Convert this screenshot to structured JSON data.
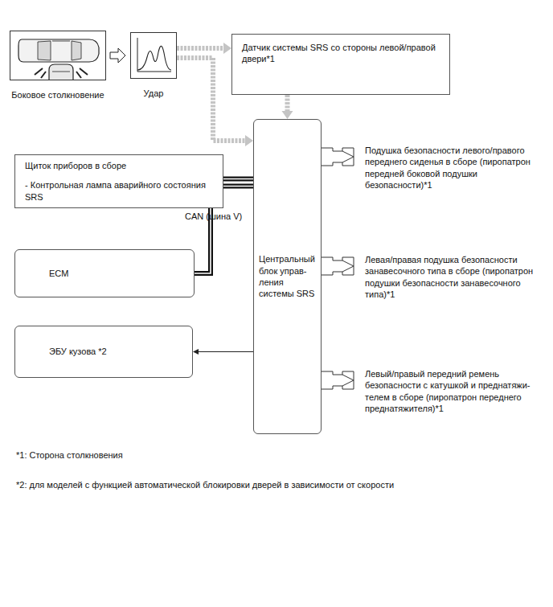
{
  "diagram": {
    "nodes": [
      {
        "text": [
          "Боковое столкновение"
        ]
      },
      {
        "text": [
          "Удар"
        ]
      },
      {
        "text": [
          "Датчик системы SRS со стороны левой/правой двери*1"
        ]
      },
      {
        "text": [
          "Щиток приборов в сборе",
          "- Контрольная лампа аварийного состояния SRS"
        ]
      },
      {
        "text": [
          "ECM"
        ]
      },
      {
        "text": [
          "ЭБУ кузова *2"
        ]
      },
      {
        "text": [
          "Центральный блок управ- ления системы SRS"
        ]
      },
      {
        "text": [
          "Подушка безопасности левого/правого переднего сиденья в сборе (пиропатрон передней боковой подушки безопасности)*1"
        ]
      },
      {
        "text": [
          "Левая/правая подушка безопасности занавесочного типа в сборе (пиропатрон подушки безопасности занавесочного типа)*1"
        ]
      },
      {
        "text": [
          "Левый/правый передний ремень безопасности с катушкой и преднатяжи- телем в сборе (пиропатрон переднего преднатяжителя)*1"
        ]
      }
    ],
    "edges": [
      {
        "from": 0,
        "to": 1,
        "arrow": "to"
      },
      {
        "from": 1,
        "to": 2,
        "arrow": "to"
      },
      {
        "from": 1,
        "to": 6,
        "arrow": "to"
      },
      {
        "from": 2,
        "to": 6,
        "arrow": "to"
      },
      {
        "from": 6,
        "to": 3,
        "arrow": "none"
      },
      {
        "from": 6,
        "to": 4,
        "arrow": "none"
      },
      {
        "from": 6,
        "to": 5,
        "arrow": "to"
      },
      {
        "from": 6,
        "to": 7,
        "arrow": "none"
      },
      {
        "from": 6,
        "to": 8,
        "arrow": "none"
      },
      {
        "from": 6,
        "to": 9,
        "arrow": "none"
      }
    ],
    "labels": [
      "CAN (шина V)",
      "*1: Сторона столкновения",
      "*2: для моделей с функцией автоматической блокировки дверей в зависимости от скорости"
    ]
  }
}
